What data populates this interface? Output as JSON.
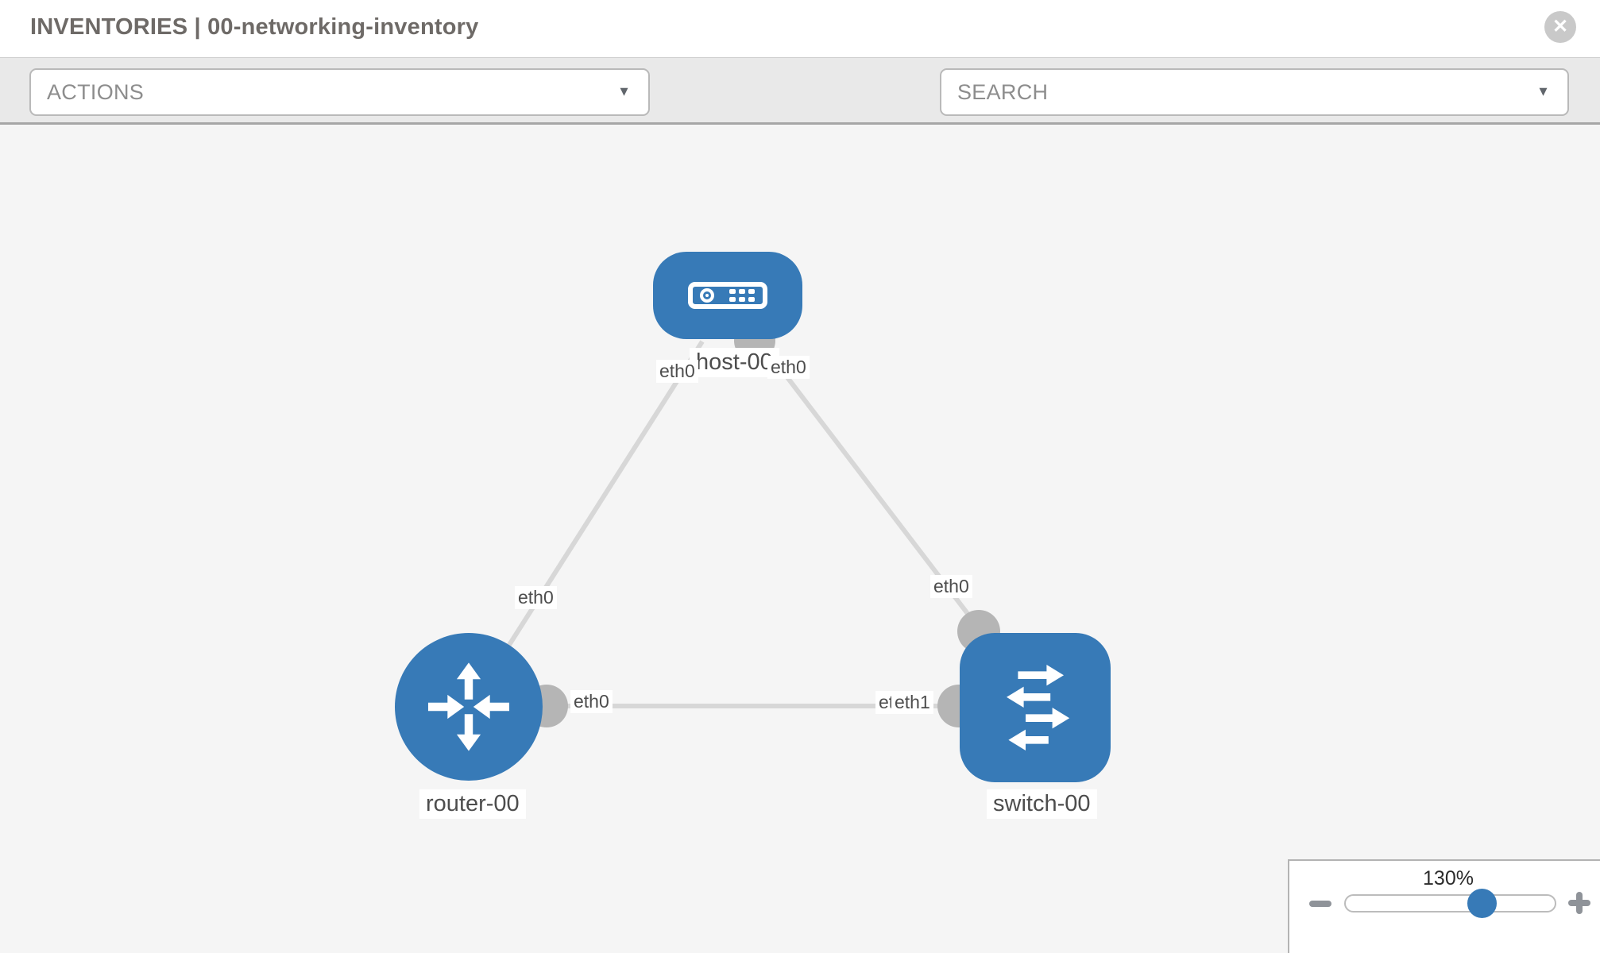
{
  "header": {
    "title": "INVENTORIES | 00-networking-inventory",
    "close_glyph": "✕"
  },
  "toolbar": {
    "actions_label": "ACTIONS",
    "search_placeholder": "SEARCH",
    "caret": "▼",
    "icons": [
      "wrench-icon",
      "key-icon"
    ]
  },
  "diagram": {
    "nodes": [
      {
        "id": "host-00",
        "type": "host",
        "label": "host-00",
        "icon": "server-icon"
      },
      {
        "id": "router-00",
        "type": "router",
        "label": "router-00",
        "icon": "router-arrows-icon"
      },
      {
        "id": "switch-00",
        "type": "switch",
        "label": "switch-00",
        "icon": "switch-arrows-icon"
      }
    ],
    "links": [
      {
        "from": "host-00",
        "to": "router-00",
        "from_iface": "eth0",
        "to_iface": "eth0"
      },
      {
        "from": "host-00",
        "to": "switch-00",
        "from_iface": "eth0",
        "to_iface": "eth0"
      },
      {
        "from": "router-00",
        "to": "switch-00",
        "from_iface": "eth0",
        "to_iface": "eth1",
        "to_iface_overlapped": "eth0"
      }
    ]
  },
  "zoom_control": {
    "level": "130%",
    "minus_glyph": "−",
    "plus_glyph": "+"
  },
  "colors": {
    "node_blue": "#377ab7",
    "port_gray": "#b5b5b5",
    "link_gray": "#d7d7d7",
    "toolbar_gray": "#e9e9e9"
  }
}
